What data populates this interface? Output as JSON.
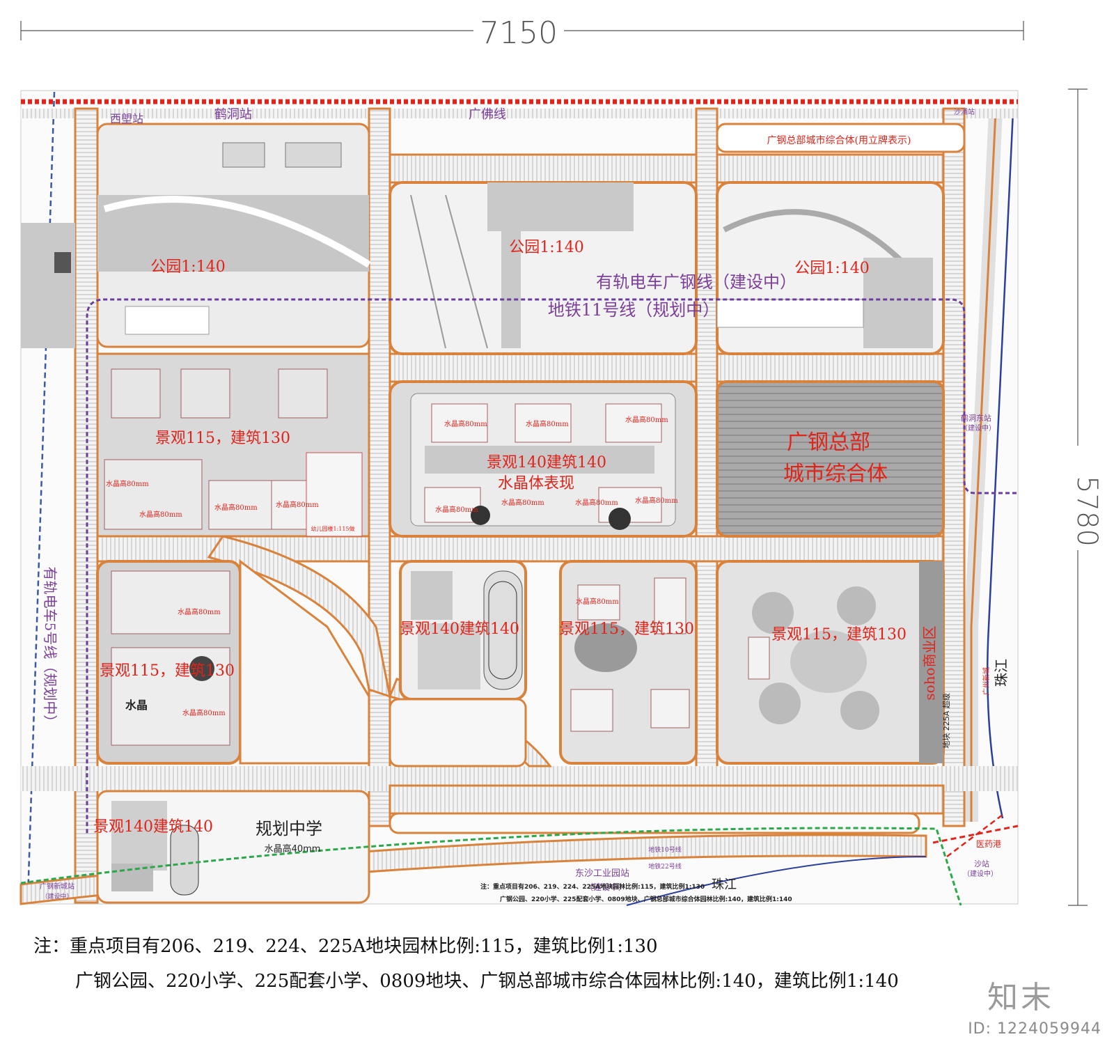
{
  "dimensions": {
    "width_label": "7150",
    "height_label": "5780"
  },
  "stations": {
    "xiwang": "西塱站",
    "hedong": "鹤洞站",
    "shayong": "沙涌站",
    "hedong_east": "鹤洞东站",
    "hedong_east_sub": "（建设中）",
    "guanggang_new_city": "广钢新城站",
    "guanggang_new_city_sub": "（建设中）",
    "dongsha_park": "东沙工业园站",
    "dongsha_park_sub": "（建设中）",
    "yiyao": "医药港",
    "shazhan": "沙站",
    "shazhan_sub": "（建设中）"
  },
  "lines": {
    "guangfo": "广佛线",
    "tram": "有轨电车广钢线（建设中）",
    "metro11": "地铁11号线（规划中）",
    "tram_left": "有轨电车5号线（规划中）",
    "metro10": "地铁10号线",
    "metro22": "地铁22号线",
    "guangzhou_new_road": "广州新城"
  },
  "landmarks": {
    "hq_top": "广钢总部城市综合体(用立牌表示)",
    "hq_big_1": "广钢总部",
    "hq_big_2": "城市综合体",
    "school": "规划中学",
    "school_sub": "水晶高40mm",
    "soho": "soho商业区",
    "soho_sub": "地块 225A 超级",
    "river_right": "珠江",
    "river_bottom": "珠江",
    "crystal": "水晶",
    "kindergarten": "幼儿园楼1:115做"
  },
  "parks": {
    "p1": "公园1:140",
    "p2": "公园1:140",
    "p3": "公园1:140"
  },
  "blocks": {
    "nw": "景观115，建筑130",
    "center_top_1": "景观140建筑140",
    "center_top_2": "水晶体表现",
    "w": "景观115，建筑130",
    "school_c": "景观140建筑140",
    "mid_c": "景观115，建筑130",
    "e": "景观115，建筑130",
    "sw": "景观140建筑140"
  },
  "crystal_height": "水晶高80mm",
  "small_note": {
    "line1": "注：重点项目有206、219、224、225A地块园林比例:115，建筑比例1:130",
    "line2": "广钢公园、220小学、225配套小学、0809地块、广钢总部城市综合体园林比例:140，建筑比例1:140"
  },
  "notes": {
    "line1": "注：重点项目有206、219、224、225A地块园林比例:115，建筑比例1:130",
    "line2": "广钢公园、220小学、225配套小学、0809地块、广钢总部城市综合体园林比例:140，建筑比例1:140"
  },
  "watermark": {
    "logo": "知末",
    "id": "ID: 1224059944"
  },
  "colors": {
    "road_orange": "#d9823b",
    "rail_red": "#e2231a",
    "label_red": "#e2231a",
    "label_purple": "#7b3f9a",
    "metro_cyan": "#3fb8c9",
    "metro_purple": "#6a3d9a",
    "block_gray": "#bdbdbd",
    "hq_gray": "#a9a9a9"
  }
}
